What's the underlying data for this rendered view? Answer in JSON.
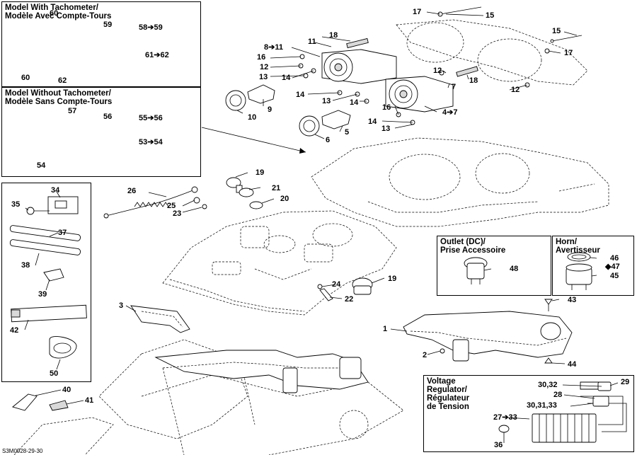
{
  "boxes": {
    "tach_title": "Model With Tachometer/\nModèle Avec Compte-Tours",
    "notach_title": "Model Without Tachometer/\nModèle Sans Compte-Tours",
    "outlet_title": "Outlet (DC)/\nPrise Accessoire",
    "horn_title": "Horn/\nAvertisseur",
    "regulator_title": "Voltage\nRegulator/\nRégulateur\nde Tension"
  },
  "labels": {
    "l60a": "60",
    "l59": "59",
    "l58_59": "58➔59",
    "l60b": "60",
    "l62": "62",
    "l61_62": "61➔62",
    "l57": "57",
    "l56": "56",
    "l55_56": "55➔56",
    "l54": "54",
    "l53_54": "53➔54",
    "l34": "34",
    "l35": "35",
    "l37": "37",
    "l38": "38",
    "l39": "39",
    "l42": "42",
    "l50": "50",
    "l40": "40",
    "l41": "41",
    "l17a": "17",
    "l15a": "15",
    "l15b": "15",
    "l17b": "17",
    "l18a": "18",
    "l11a": "11",
    "l8_11": "8➔11",
    "l16a": "16",
    "l12a": "12",
    "l13a": "13",
    "l14a": "14",
    "l9": "9",
    "l10": "10",
    "l14b": "14",
    "l13b": "13",
    "l14c": "14",
    "l12b": "12",
    "l7": "7",
    "l18b": "18",
    "l12c": "12",
    "l16b": "16",
    "l4_7": "4➔7",
    "l14d": "14",
    "l13c": "13",
    "l5": "5",
    "l6": "6",
    "l19a": "19",
    "l21": "21",
    "l20": "20",
    "l26": "26",
    "l25": "25",
    "l23": "23",
    "l19b": "19",
    "l24": "24",
    "l22": "22",
    "l3": "3",
    "l1": "1",
    "l2": "2",
    "l43": "43",
    "l44": "44",
    "l48": "48",
    "l46": "46",
    "l47": "◆47",
    "l45": "45",
    "l30_32": "30,32",
    "l29": "29",
    "l28": "28",
    "l30_31_33": "30,31,33",
    "l27_33": "27➔33",
    "l36": "36"
  },
  "footer": {
    "code": "S3M0928-29-30"
  }
}
